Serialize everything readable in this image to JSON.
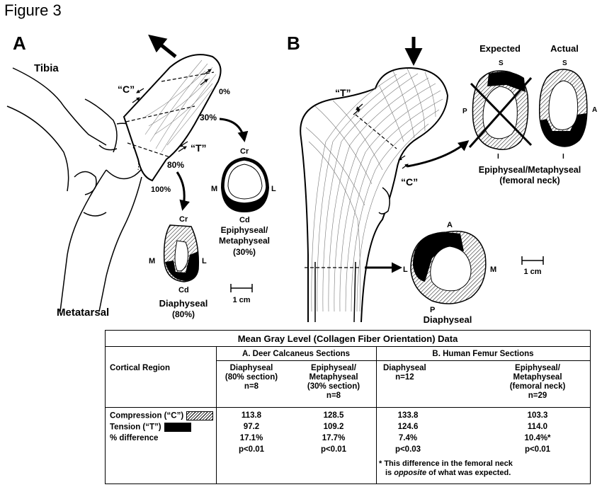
{
  "figure_title": "Figure 3",
  "panel_a": {
    "letter": "A",
    "tibia": "Tibia",
    "metatarsal": "Metatarsal",
    "c_label": "“C”",
    "t_label": "“T”",
    "pct_0": "0%",
    "pct_30": "30%",
    "pct_80": "80%",
    "pct_100": "100%",
    "section30": {
      "top": "Cr",
      "left": "M",
      "right": "L",
      "bottom": "Cd",
      "name1": "Epiphyseal/",
      "name2": "Metaphyseal",
      "name3": "(30%)"
    },
    "section80": {
      "top": "Cr",
      "left": "M",
      "right": "L",
      "bottom": "Cd",
      "name1": "Diaphyseal",
      "name2": "(80%)"
    },
    "scale": "1 cm"
  },
  "panel_b": {
    "letter": "B",
    "t_label": "“T”",
    "c_label": "“C”",
    "expected": "Expected",
    "actual": "Actual",
    "neck_labels": {
      "s": "S",
      "p": "P",
      "i": "I",
      "a": "A"
    },
    "neck_name1": "Epiphyseal/Metaphyseal",
    "neck_name2": "(femoral neck)",
    "diaph_labels": {
      "a": "A",
      "l": "L",
      "m": "M",
      "p": "P"
    },
    "diaph_name": "Diaphyseal",
    "scale": "1 cm"
  },
  "table": {
    "title": "Mean Gray Level (Collagen Fiber Orientation) Data",
    "group_a": "A. Deer Calcaneus Sections",
    "group_b": "B. Human Femur Sections",
    "region_header": "Cortical Region",
    "col1": [
      "Diaphyseal",
      "(80% section)",
      "n=8"
    ],
    "col2": [
      "Epiphyseal/",
      "Metaphyseal",
      "(30% section)",
      "n=8"
    ],
    "col3": [
      "Diaphyseal",
      "n=12"
    ],
    "col4": [
      "Epiphyseal/",
      "Metaphyseal",
      "(femoral neck)",
      "n=29"
    ],
    "rows": [
      {
        "label": "Compression (“C”)",
        "values": [
          "113.8",
          "128.5",
          "133.8",
          "103.3"
        ]
      },
      {
        "label": "Tension (“T”)",
        "values": [
          "97.2",
          "109.2",
          "124.6",
          "114.0"
        ]
      },
      {
        "label": "% difference",
        "values": [
          "17.1%",
          "17.7%",
          "7.4%",
          "10.4%*"
        ]
      },
      {
        "label": "",
        "values": [
          "p<0.01",
          "p<0.01",
          "p<0.03",
          "p<0.01"
        ]
      }
    ],
    "footnote1": "* This difference in the femoral neck",
    "footnote2_pre": "is ",
    "footnote2_em": "opposite",
    "footnote2_post": " of what was expected."
  }
}
